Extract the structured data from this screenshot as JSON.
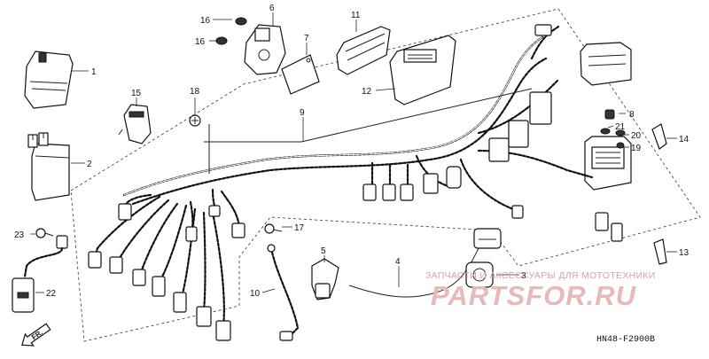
{
  "callouts": [
    {
      "id": "1",
      "label": "1"
    },
    {
      "id": "2",
      "label": "2"
    },
    {
      "id": "3",
      "label": "3"
    },
    {
      "id": "4",
      "label": "4"
    },
    {
      "id": "5",
      "label": "5"
    },
    {
      "id": "6",
      "label": "6"
    },
    {
      "id": "7",
      "label": "7"
    },
    {
      "id": "8",
      "label": "8"
    },
    {
      "id": "9",
      "label": "9"
    },
    {
      "id": "10",
      "label": "10"
    },
    {
      "id": "11",
      "label": "11"
    },
    {
      "id": "12",
      "label": "12"
    },
    {
      "id": "13",
      "label": "13"
    },
    {
      "id": "14",
      "label": "14"
    },
    {
      "id": "15",
      "label": "15"
    },
    {
      "id": "16a",
      "label": "16"
    },
    {
      "id": "16b",
      "label": "16"
    },
    {
      "id": "17",
      "label": "17"
    },
    {
      "id": "18",
      "label": "18"
    },
    {
      "id": "19",
      "label": "19"
    },
    {
      "id": "20",
      "label": "20"
    },
    {
      "id": "21",
      "label": "21"
    },
    {
      "id": "22",
      "label": "22"
    },
    {
      "id": "23",
      "label": "23"
    }
  ],
  "front_arrow": {
    "label": "FR."
  },
  "diagram_code": "HN48-F2900B",
  "watermark": {
    "caption": "ЗАПЧАСТИ И АКСЕССУАРЫ ДЛЯ МОТОТЕХНИКИ",
    "logo": "PARTSFOR.RU",
    "color": "#e9b9b9"
  }
}
